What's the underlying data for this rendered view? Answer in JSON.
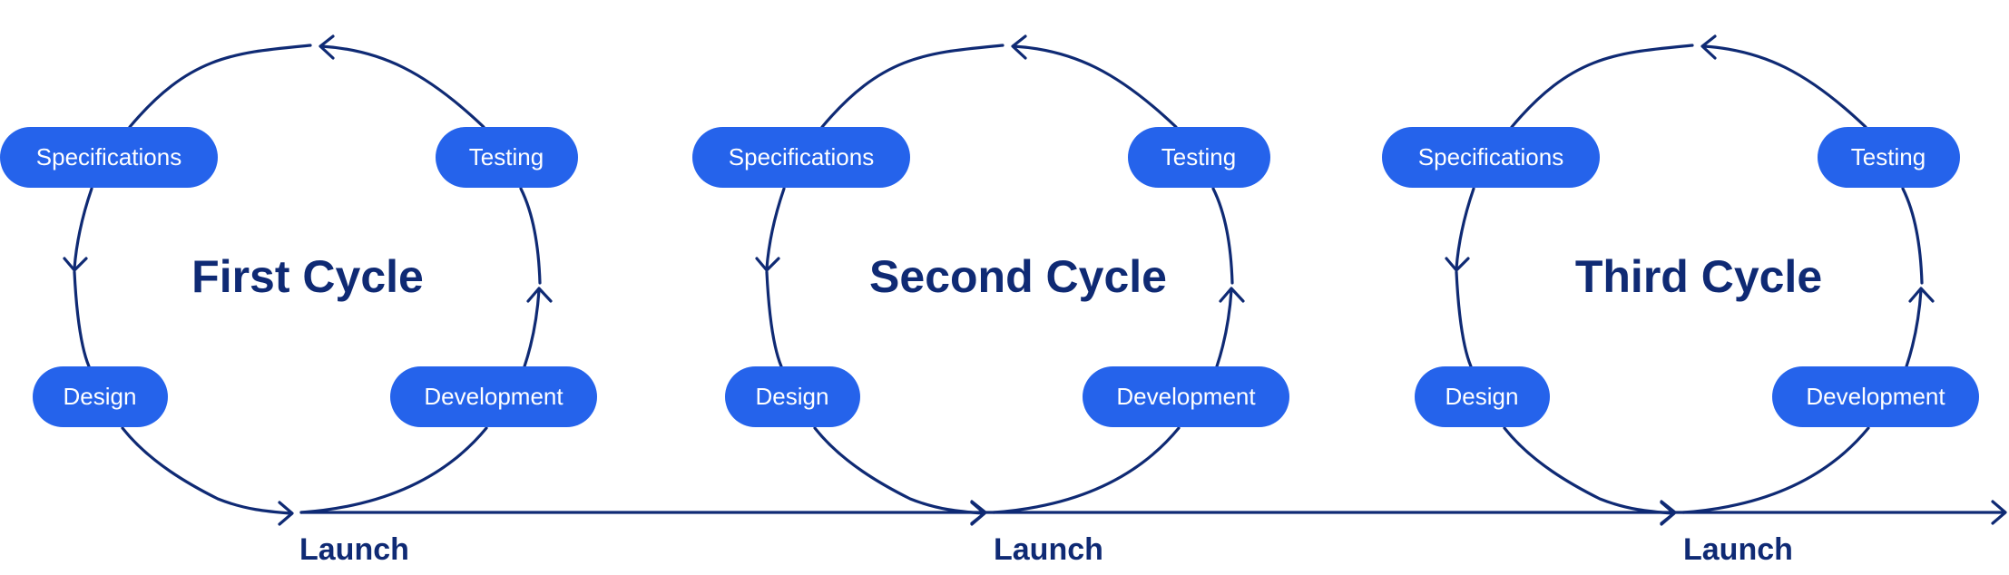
{
  "colors": {
    "accent": "#2563eb",
    "line": "#0f2a74",
    "pill_text": "#ffffff",
    "background": "#ffffff"
  },
  "cycles": [
    {
      "title": "First Cycle",
      "stages": {
        "specifications": "Specifications",
        "testing": "Testing",
        "design": "Design",
        "development": "Development"
      },
      "launch": "Launch"
    },
    {
      "title": "Second Cycle",
      "stages": {
        "specifications": "Specifications",
        "testing": "Testing",
        "design": "Design",
        "development": "Development"
      },
      "launch": "Launch"
    },
    {
      "title": "Third Cycle",
      "stages": {
        "specifications": "Specifications",
        "testing": "Testing",
        "design": "Design",
        "development": "Development"
      },
      "launch": "Launch"
    }
  ]
}
